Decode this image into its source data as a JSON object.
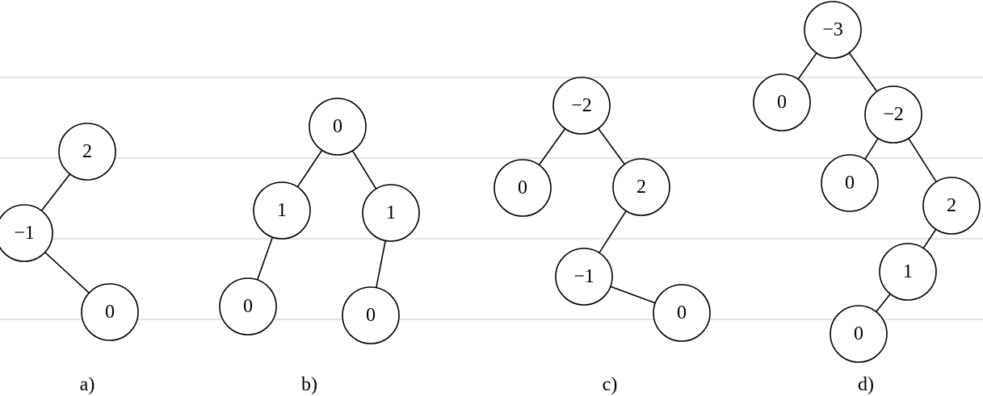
{
  "trees": [
    {
      "caption": "a)",
      "nodes": [
        {
          "id": "a1",
          "label": "2"
        },
        {
          "id": "a2",
          "label": "−1"
        },
        {
          "id": "a3",
          "label": "0"
        }
      ],
      "edges": [
        [
          "a1",
          "a2"
        ],
        [
          "a2",
          "a3"
        ]
      ]
    },
    {
      "caption": "b)",
      "nodes": [
        {
          "id": "b1",
          "label": "0"
        },
        {
          "id": "b2",
          "label": "1"
        },
        {
          "id": "b3",
          "label": "1"
        },
        {
          "id": "b4",
          "label": "0"
        },
        {
          "id": "b5",
          "label": "0"
        }
      ],
      "edges": [
        [
          "b1",
          "b2"
        ],
        [
          "b1",
          "b3"
        ],
        [
          "b2",
          "b4"
        ],
        [
          "b3",
          "b5"
        ]
      ]
    },
    {
      "caption": "c)",
      "nodes": [
        {
          "id": "c1",
          "label": "−2"
        },
        {
          "id": "c2",
          "label": "0"
        },
        {
          "id": "c3",
          "label": "2"
        },
        {
          "id": "c4",
          "label": "−1"
        },
        {
          "id": "c5",
          "label": "0"
        }
      ],
      "edges": [
        [
          "c1",
          "c2"
        ],
        [
          "c1",
          "c3"
        ],
        [
          "c3",
          "c4"
        ],
        [
          "c4",
          "c5"
        ]
      ]
    },
    {
      "caption": "d)",
      "nodes": [
        {
          "id": "d1",
          "label": "−3"
        },
        {
          "id": "d2",
          "label": "0"
        },
        {
          "id": "d3",
          "label": "−2"
        },
        {
          "id": "d4",
          "label": "0"
        },
        {
          "id": "d5",
          "label": "2"
        },
        {
          "id": "d6",
          "label": "1"
        },
        {
          "id": "d7",
          "label": "0"
        }
      ],
      "edges": [
        [
          "d1",
          "d2"
        ],
        [
          "d1",
          "d3"
        ],
        [
          "d3",
          "d4"
        ],
        [
          "d3",
          "d5"
        ],
        [
          "d5",
          "d6"
        ],
        [
          "d6",
          "d7"
        ]
      ]
    }
  ]
}
